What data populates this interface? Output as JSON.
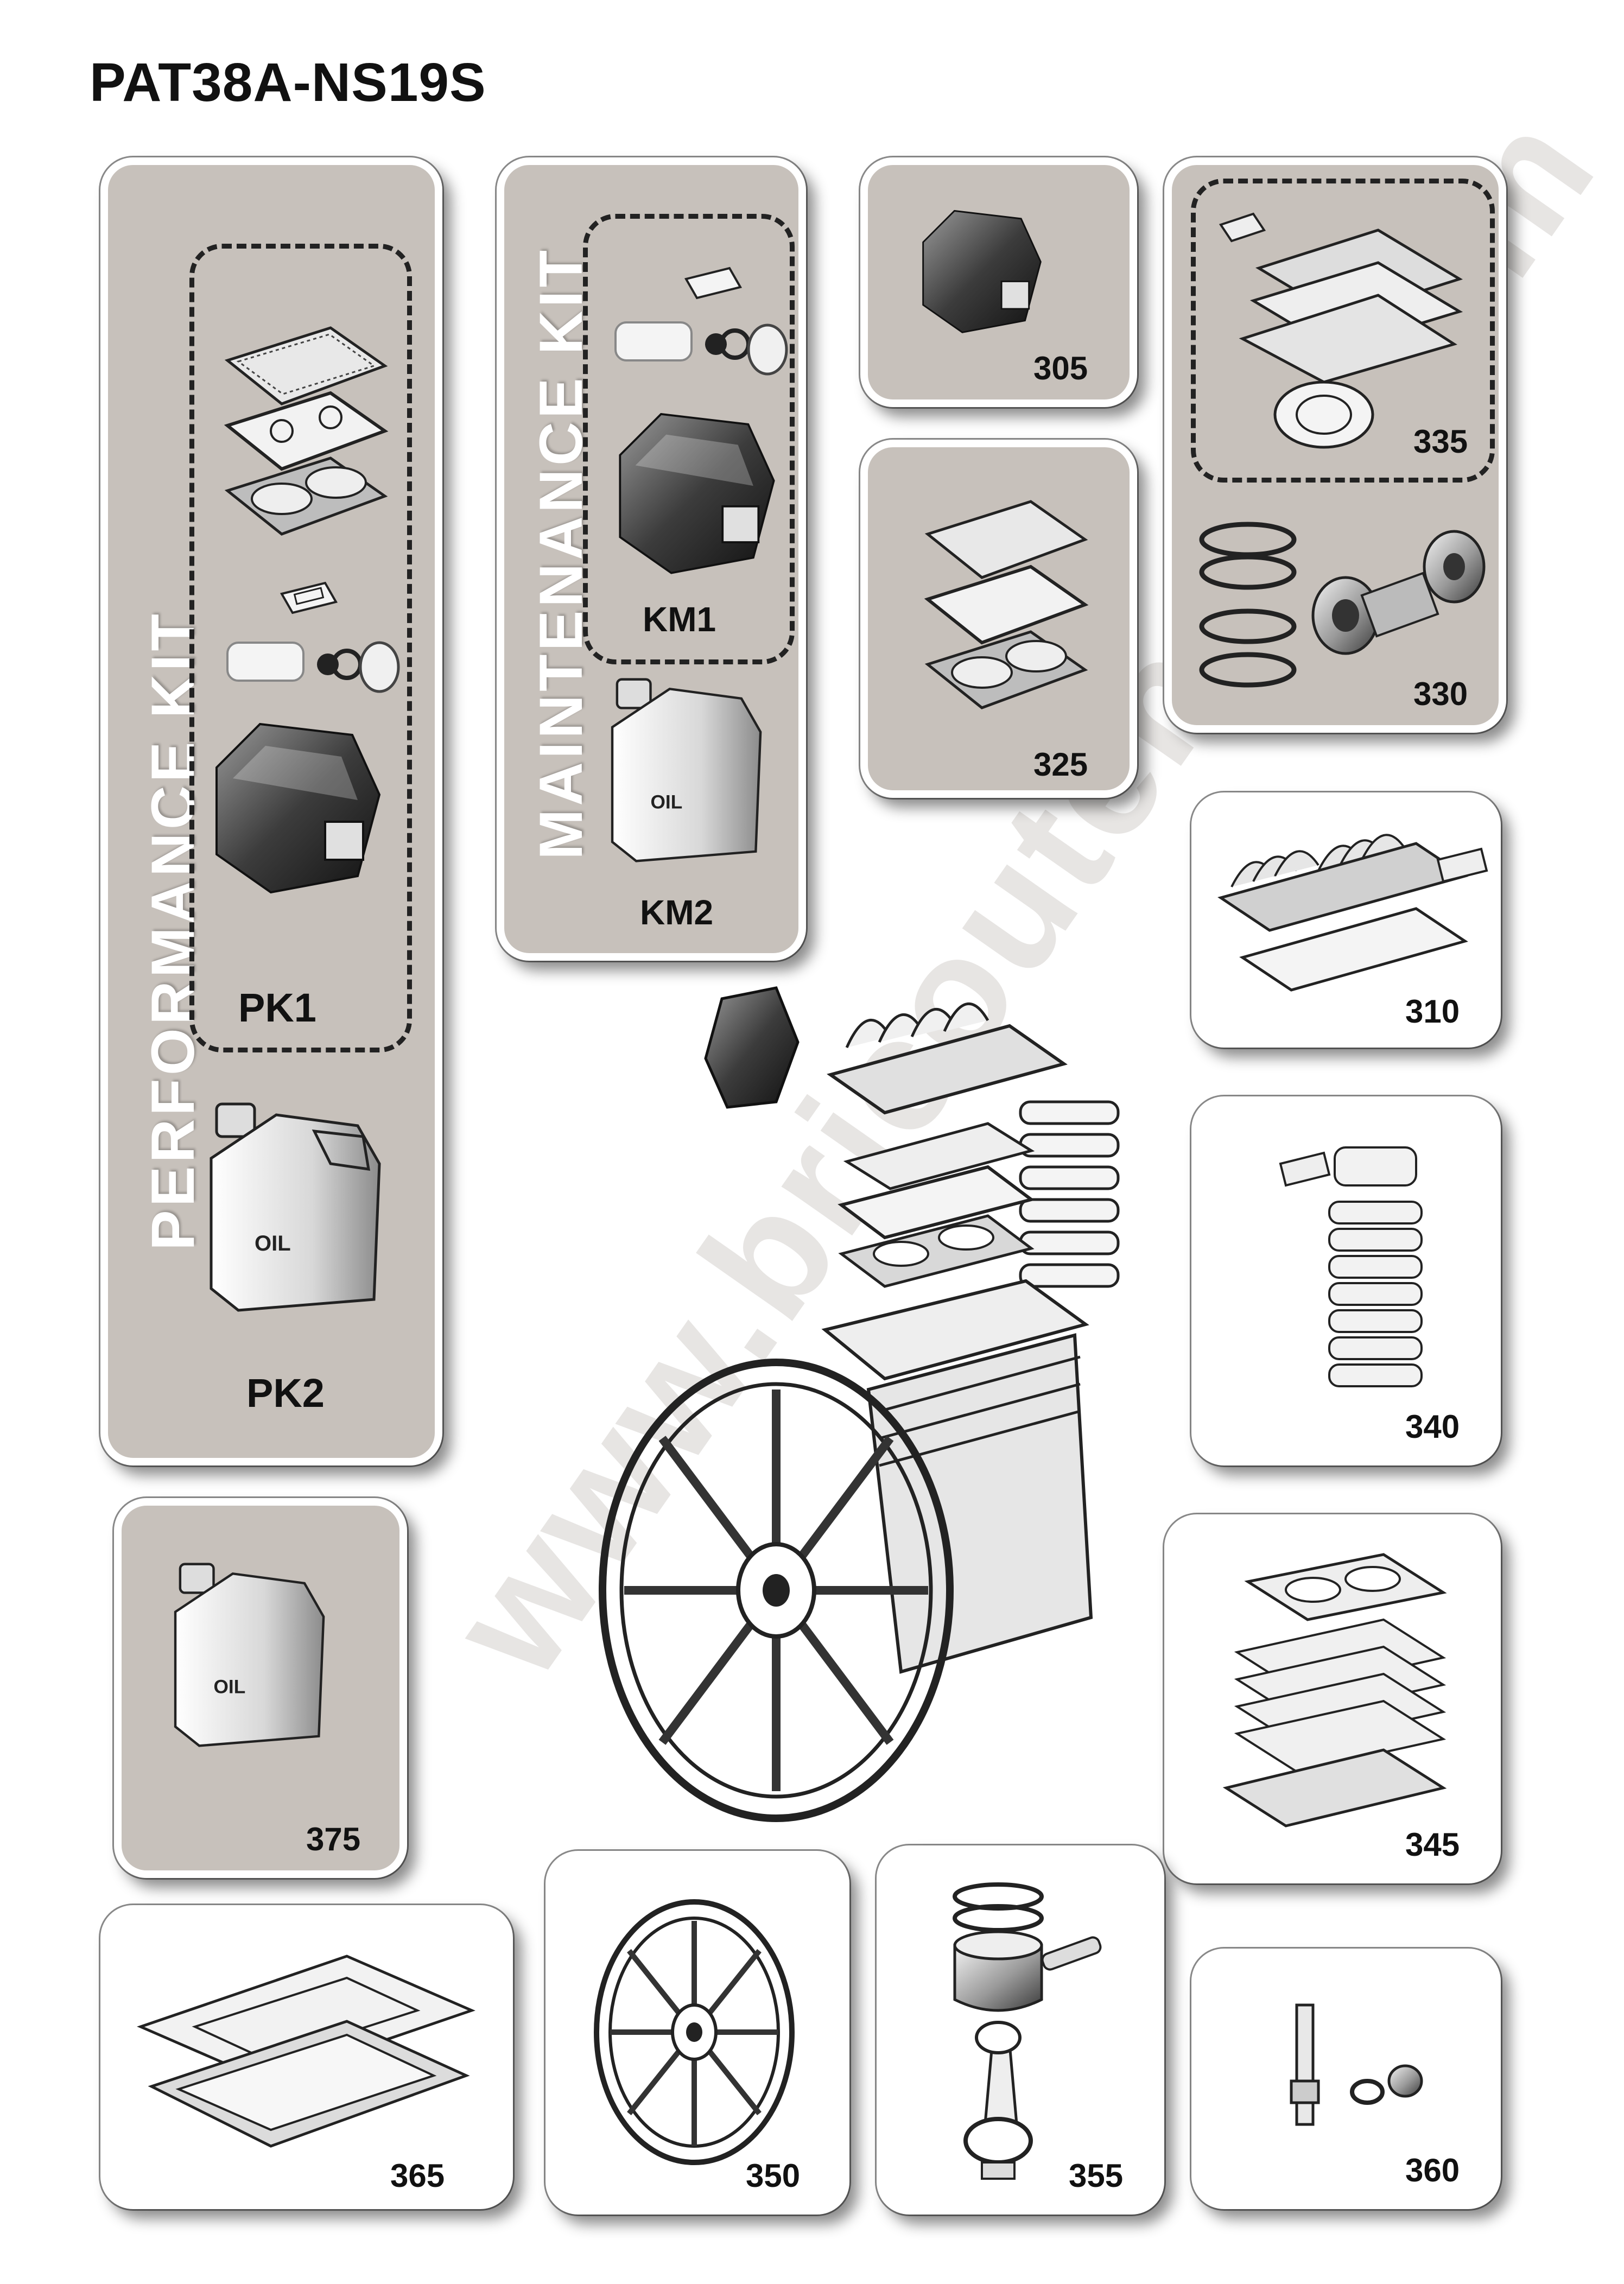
{
  "title": "PAT38A-NS19S",
  "kits": {
    "performance": {
      "label": "PERFORMANCE  KIT",
      "items": [
        "PK1",
        "PK2"
      ]
    },
    "maintenance": {
      "label": "MAINTENANCE KIT",
      "items": [
        "KM1",
        "KM2"
      ]
    }
  },
  "oil_text": "OIL",
  "parts": [
    "305",
    "325",
    "335",
    "330",
    "310",
    "340",
    "345",
    "375",
    "365",
    "350",
    "355",
    "360"
  ],
  "watermark": "www.bricoutensili.com",
  "colors": {
    "panel_grey": "#c7c1bb",
    "ink": "#111111",
    "panel_white": "#ffffff"
  }
}
